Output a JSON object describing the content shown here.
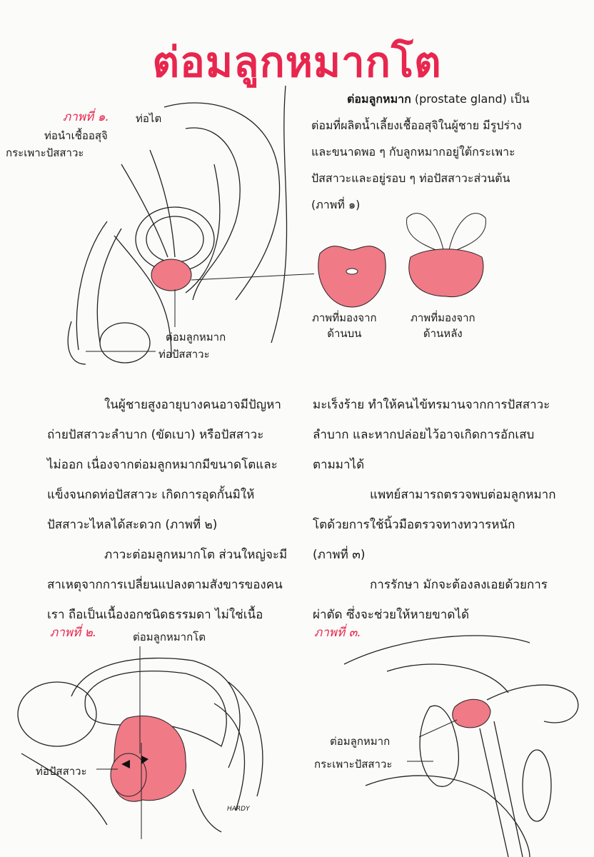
{
  "title": "ต่อมลูกหมากโต",
  "accent_color": "#e8264e",
  "tissue_color": "#f07a86",
  "figure1": {
    "label": "ภาพที่ ๑.",
    "labels": {
      "ureter": "ท่อไต",
      "vas_deferens": "ท่อนำเชื้ออสุจิ",
      "bladder": "กระเพาะปัสสาวะ",
      "prostate": "ต่อมลูกหมาก",
      "urethra": "ท่อปัสสาวะ"
    },
    "view_top": [
      "ภาพที่มองจาก",
      "ด้านบน"
    ],
    "view_back": [
      "ภาพที่มองจาก",
      "ด้านหลัง"
    ]
  },
  "intro": {
    "bold": "ต่อมลูกหมาก",
    "lines": [
      " (prostate gland) เป็น",
      "ต่อมที่ผลิตน้ำเลี้ยงเชื้ออสุจิในผู้ชาย มีรูปร่าง",
      "และขนาดพอ ๆ กับลูกหมากอยู่ใต้กระเพาะ",
      "ปัสสาวะและอยู่รอบ ๆ ท่อปัสสาวะส่วนต้น",
      "(ภาพที่ ๑)"
    ]
  },
  "left_column": [
    "ในผู้ชายสูงอายุบางคนอาจมีปัญหา",
    "ถ่ายปัสสาวะลำบาก (ขัดเบา) หรือปัสสาวะ",
    "ไม่ออก เนื่องจากต่อมลูกหมากมีขนาดโตและ",
    "แข็งจนกดท่อปัสสาวะ   เกิดการอุดกั้นมิให้",
    "ปัสสาวะไหลได้สะดวก (ภาพที่ ๒)",
    "ภาวะต่อมลูกหมากโต ส่วนใหญ่จะมี",
    "สาเหตุจากการเปลี่ยนแปลงตามสังขารของคน",
    "เรา  ถือเป็นเนื้องอกชนิดธรรมดา  ไม่ใช่เนื้อ"
  ],
  "right_column": [
    "มะเร็งร้าย ทำให้คนไข้ทรมานจากการปัสสาวะ",
    "ลำบาก และหากปล่อยไว้อาจเกิดการอักเสบ",
    "ตามมาได้",
    "แพทย์สามารถตรวจพบต่อมลูกหมาก",
    "โตด้วยการใช้นิ้วมือตรวจทางทวารหนัก",
    "(ภาพที่ ๓)",
    "การรักษา   มักจะต้องลงเอยด้วยการ",
    "ผ่าตัด  ซึ่งจะช่วยให้หายขาดได้"
  ],
  "figure2": {
    "label": "ภาพที่ ๒.",
    "enlarged_prostate": "ต่อมลูกหมากโต",
    "urethra": "ท่อปัสสาวะ",
    "signature": "HARDY"
  },
  "figure3": {
    "label": "ภาพที่ ๓.",
    "prostate": "ต่อมลูกหมาก",
    "bladder": "กระเพาะปัสสาวะ"
  }
}
